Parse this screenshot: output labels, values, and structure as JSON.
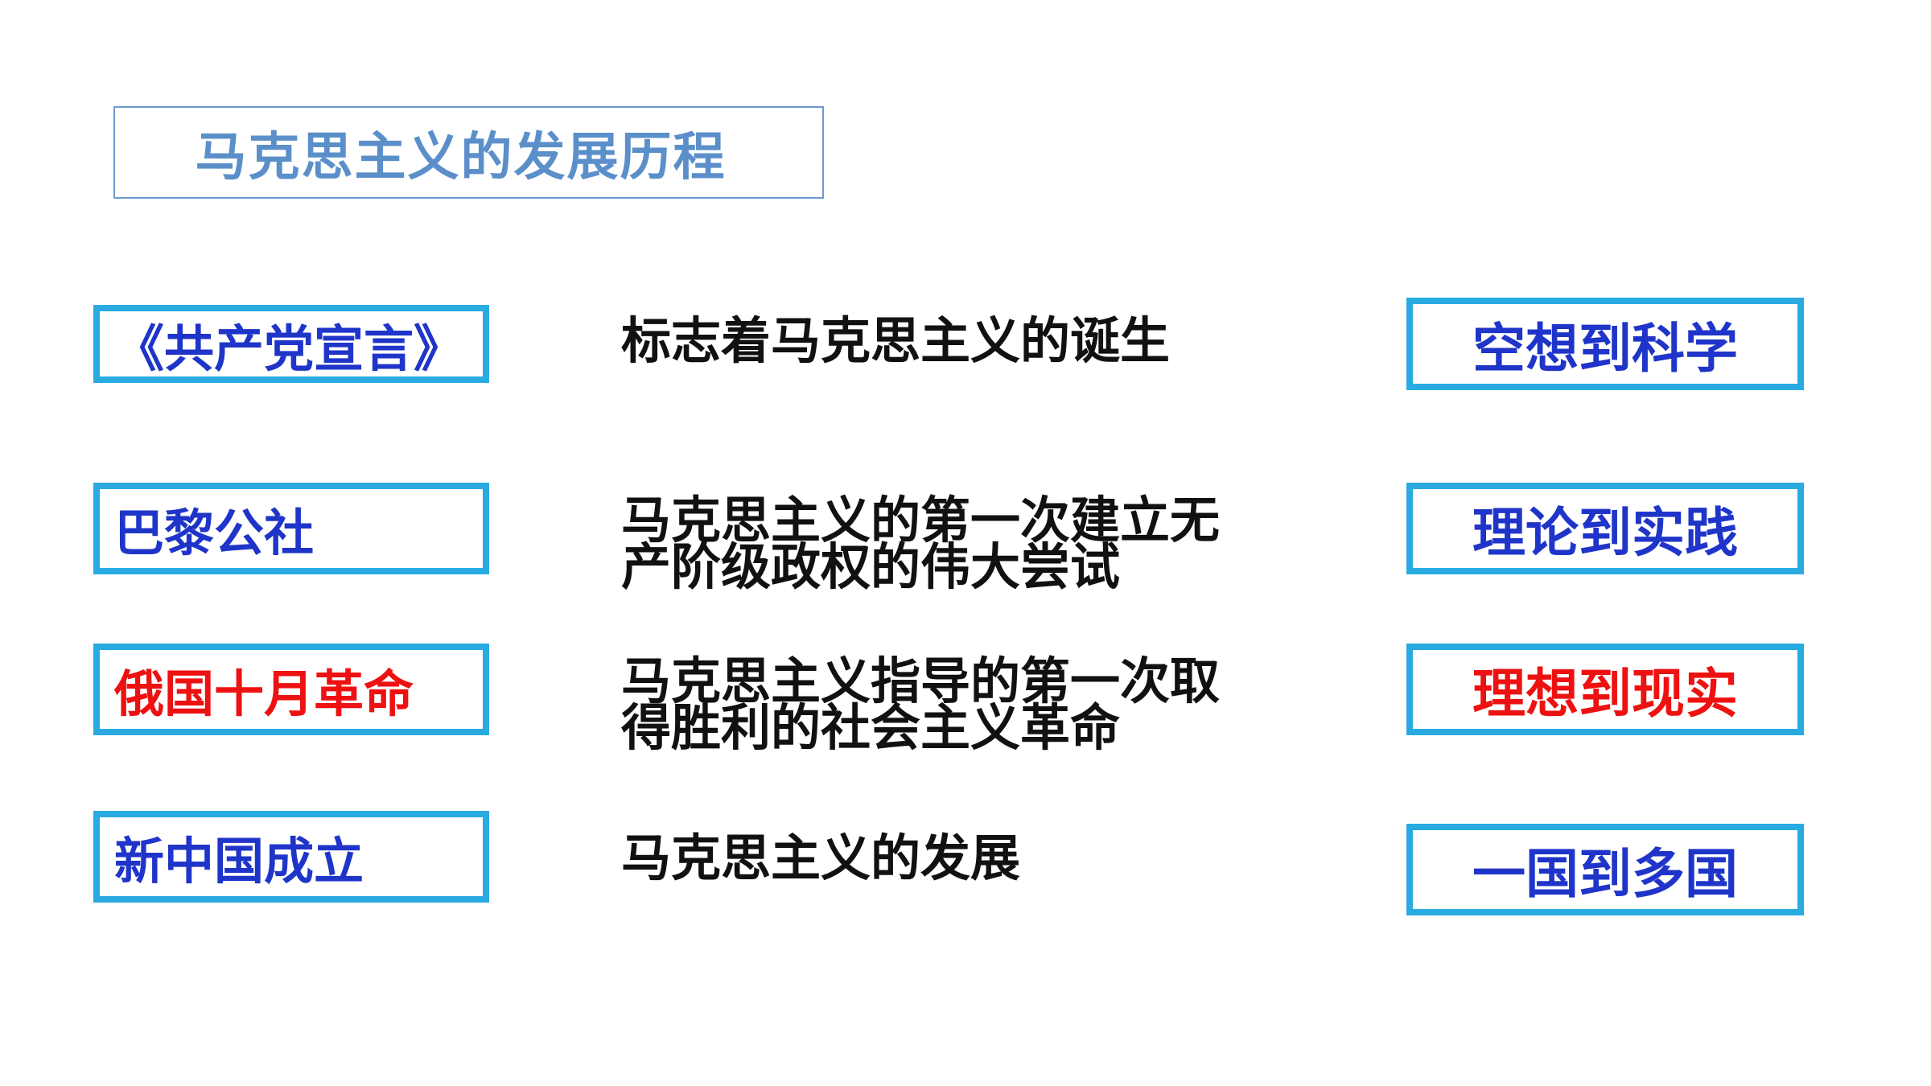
{
  "title": "马克思主义的发展历程",
  "colors": {
    "title": "#5b8fc9",
    "title_border": "#6a9ad0",
    "box_border": "#29abe2",
    "event_blue": "#1f35c9",
    "event_red": "#ee1111",
    "description": "#111111"
  },
  "rows": [
    {
      "event": "《共产党宣言》",
      "description_lines": [
        "标志着马克思主义的诞生"
      ],
      "stage": "空想到科学"
    },
    {
      "event": "巴黎公社",
      "description_lines": [
        "马克思主义的第一次建立无",
        "产阶级政权的伟大尝试"
      ],
      "stage": "理论到实践"
    },
    {
      "event": "俄国十月革命",
      "description_lines": [
        "马克思主义指导的第一次取",
        "得胜利的社会主义革命"
      ],
      "stage": "理想到现实"
    },
    {
      "event": "新中国成立",
      "description_lines": [
        "马克思主义的发展"
      ],
      "stage": "一国到多国"
    }
  ]
}
